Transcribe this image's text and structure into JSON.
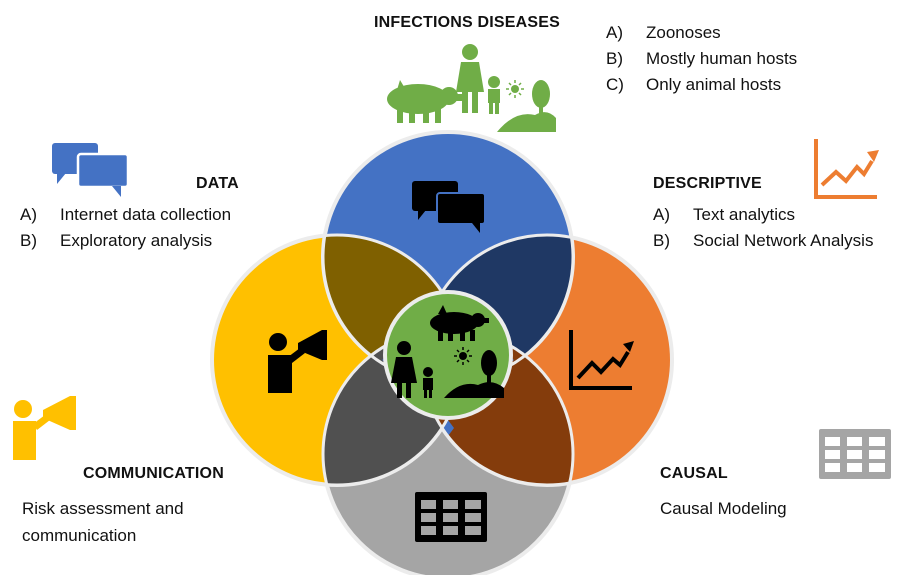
{
  "infections": {
    "heading": "INFECTIONS DISEASES",
    "items": [
      {
        "letter": "A)",
        "text": "Zoonoses"
      },
      {
        "letter": "B)",
        "text": "Mostly human hosts"
      },
      {
        "letter": "C)",
        "text": "Only animal hosts"
      }
    ]
  },
  "data_section": {
    "heading": "DATA",
    "items": [
      {
        "letter": "A)",
        "text": "Internet data collection"
      },
      {
        "letter": "B)",
        "text": "Exploratory analysis"
      }
    ]
  },
  "descriptive": {
    "heading": "DESCRIPTIVE",
    "items": [
      {
        "letter": "A)",
        "text": "Text analytics"
      },
      {
        "letter": "B)",
        "text": "Social Network Analysis"
      }
    ]
  },
  "communication": {
    "heading": "COMMUNICATION",
    "line1": "Risk assessment and",
    "line2": "communication"
  },
  "causal": {
    "heading": "CAUSAL",
    "line1": "Causal Modeling"
  },
  "colors": {
    "top": "#4472c4",
    "left": "#ffc000",
    "right": "#ed7d31",
    "bottom": "#a5a5a5",
    "center": "#70ad47",
    "icon_green": "#70ad47",
    "icon_blue": "#4472c4",
    "icon_yellow": "#ffc000",
    "icon_orange": "#ed7d31",
    "icon_gray": "#a5a5a5"
  },
  "icons": [
    "zoonoses-scene-icon",
    "chat-bubbles-icon",
    "megaphone-person-icon",
    "trend-chart-icon",
    "table-grid-icon"
  ]
}
